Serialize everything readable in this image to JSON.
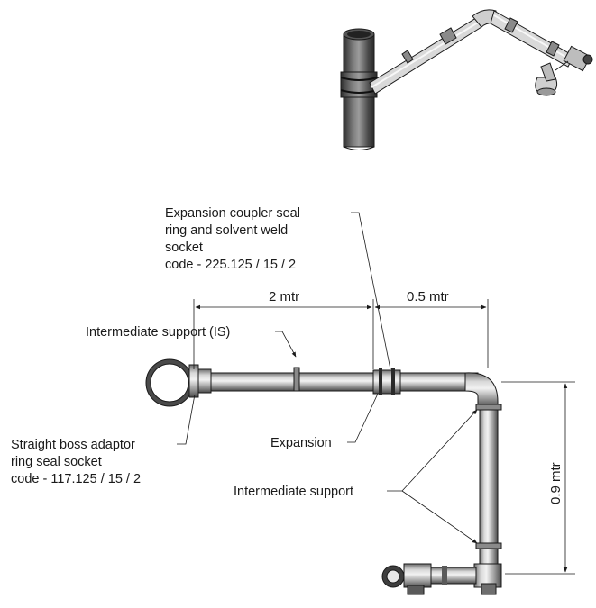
{
  "labels": {
    "expansion_coupler": [
      "Expansion coupler seal",
      "ring and solvent weld",
      "socket",
      "code - 225.125 / 15 / 2"
    ],
    "intermediate_support_is": "Intermediate support (IS)",
    "straight_boss": [
      "Straight boss adaptor",
      "ring seal socket",
      "code - 117.125 / 15 / 2"
    ],
    "expansion": "Expansion",
    "intermediate_support": "Intermediate support"
  },
  "dimensions": {
    "horizontal_main": "2 mtr",
    "horizontal_short": "0.5 mtr",
    "vertical": "0.9 mtr"
  },
  "colors": {
    "pipe_dark": "#5a5a5a",
    "pipe_light": "#e6e6e6",
    "line": "#1a1a1a"
  }
}
